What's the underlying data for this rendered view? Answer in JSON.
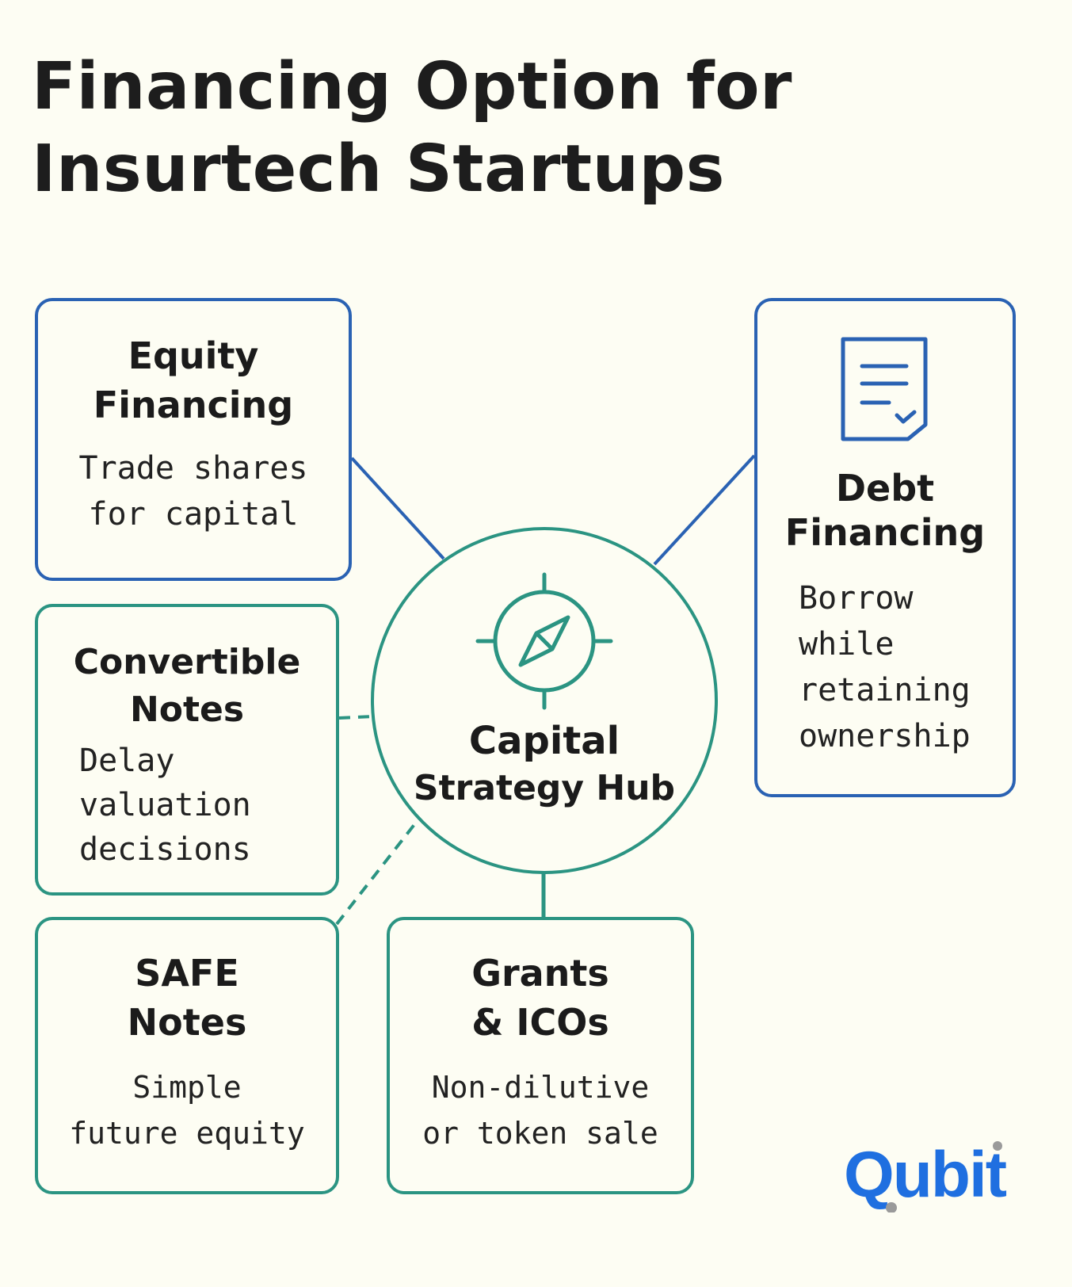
{
  "title": "Financing Option for Insurtech Startups",
  "hub": {
    "label_line1": "Capital",
    "label_line2": "Strategy Hub",
    "icon": "compass-icon"
  },
  "options": {
    "equity": {
      "title_line1": "Equity",
      "title_line2": "Financing",
      "desc_line1": "Trade shares",
      "desc_line2": "for capital"
    },
    "debt": {
      "icon": "document-check-icon",
      "title_line1": "Debt",
      "title_line2": "Financing",
      "desc_line1": "Borrow",
      "desc_line2": "while",
      "desc_line3": "retaining",
      "desc_line4": "ownership"
    },
    "convertible": {
      "title_line1": "Convertible",
      "title_line2": "Notes",
      "desc_line1": "Delay",
      "desc_line2": "valuation",
      "desc_line3": "decisions"
    },
    "safe": {
      "title_line1": "SAFE",
      "title_line2": "Notes",
      "desc_line1": "Simple",
      "desc_line2": "future equity"
    },
    "grants": {
      "title_line1": "Grants",
      "title_line2": "& ICOs",
      "desc_line1": "Non-dilutive",
      "desc_line2": "or token sale"
    }
  },
  "logo": {
    "text": "Qubit"
  },
  "colors": {
    "background": "#fdfdf3",
    "blue": "#2a62b3",
    "teal": "#2b9482",
    "logo_blue": "#1f6fe0",
    "logo_dot": "#9a9a9a"
  }
}
